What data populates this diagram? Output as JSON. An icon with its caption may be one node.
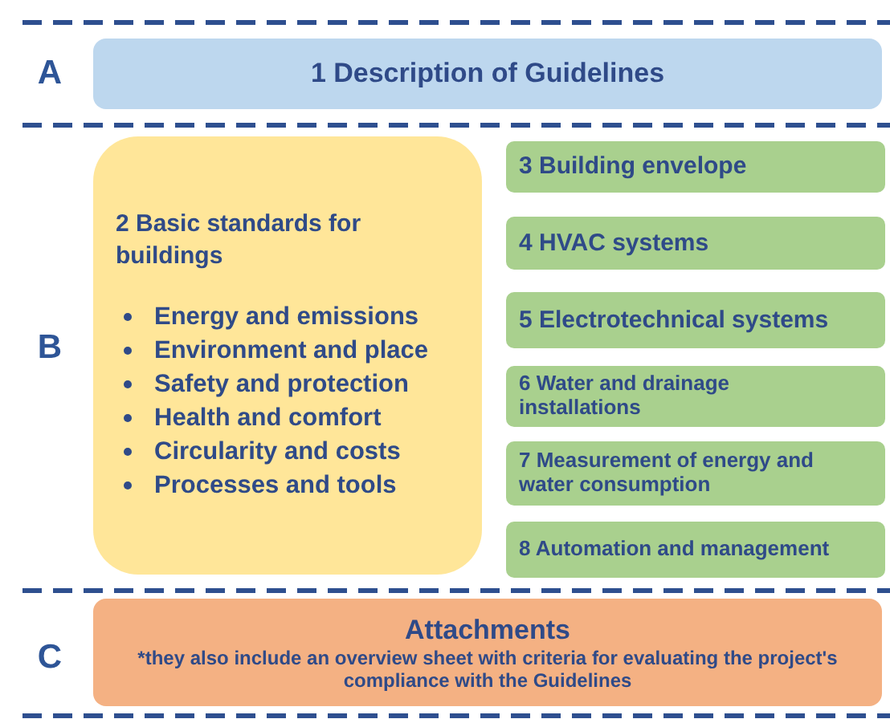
{
  "diagram": {
    "nodes": [
      {
        "text": [
          "1 Description of Guidelines"
        ]
      },
      {
        "text": [
          "2 Basic standards for buildings",
          "Energy and emissions",
          "Environment and place",
          "Safety and protection",
          "Health and comfort",
          "Circularity and costs",
          "Processes and tools"
        ]
      },
      {
        "text": [
          "3 Building envelope"
        ]
      },
      {
        "text": [
          "4 HVAC systems"
        ]
      },
      {
        "text": [
          "5 Electrotechnical systems"
        ]
      },
      {
        "text": [
          "6 Water and drainage installations"
        ]
      },
      {
        "text": [
          "7 Measurement of energy and water consumption"
        ]
      },
      {
        "text": [
          "8 Automation and management"
        ]
      },
      {
        "text": [
          "Attachments",
          "*they also include an overview sheet with criteria for evaluating the project's compliance with the Guidelines"
        ]
      }
    ],
    "labels": [
      "A",
      "B",
      "C"
    ]
  }
}
